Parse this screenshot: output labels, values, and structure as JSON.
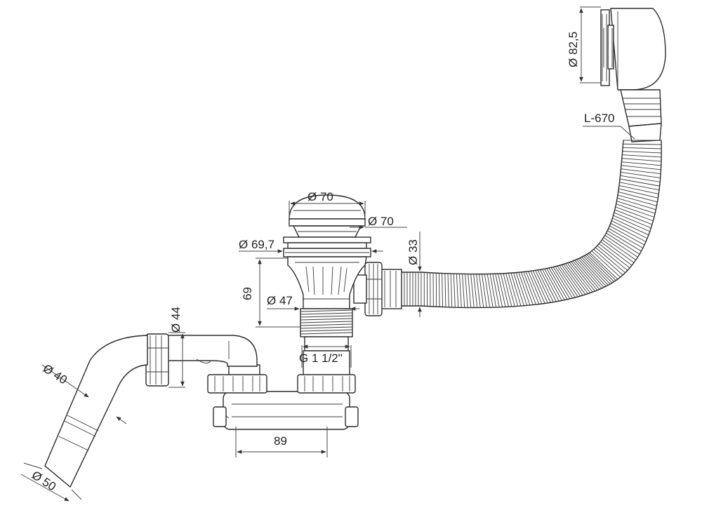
{
  "labels": {
    "dia_82_5": "Ø 82,5",
    "l_670": "L-670",
    "dia_70_top": "Ø 70",
    "dia_70_side": "Ø 70",
    "dia_69_7": "Ø 69,7",
    "dia_33": "Ø 33",
    "h_69": "69",
    "dia_47": "Ø 47",
    "dia_44": "Ø 44",
    "thread": "G 1 1/2\"",
    "dia_40": "Ø 40",
    "w_89": "89",
    "dia_50": "Ø 50"
  }
}
